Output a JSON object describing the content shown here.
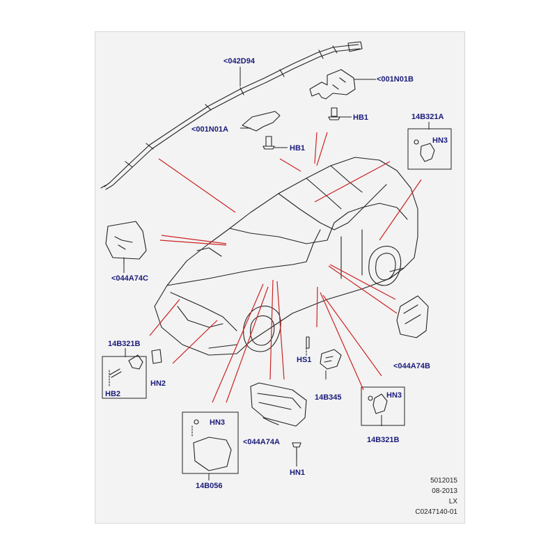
{
  "labels": {
    "l042D94": "<042D94",
    "l001N01B": "<001N01B",
    "lHB1_a": "HB1",
    "l001N01A": "<001N01A",
    "lHB1_b": "HB1",
    "l14B321A": "14B321A",
    "lHN3_a": "HN3",
    "l044A74C": "<044A74C",
    "l14B321B_left": "14B321B",
    "lHB2": "HB2",
    "lHN2": "HN2",
    "lHS1": "HS1",
    "l14B345": "14B345",
    "l044A74B": "<044A74B",
    "lHN3_b": "HN3",
    "l14B321B_right": "14B321B",
    "lHN3_c": "HN3",
    "l044A74A": "<044A74A",
    "lHN1": "HN1",
    "l14B056": "14B056"
  },
  "meta": {
    "line1": "5012015",
    "line2": "08-2013",
    "line3": "LX",
    "line4": "C0247140-01"
  },
  "colors": {
    "leader_red": "#cc2222",
    "label_blue": "#1a1a7a",
    "line_dark": "#222222",
    "background": "#f3f3f3"
  }
}
